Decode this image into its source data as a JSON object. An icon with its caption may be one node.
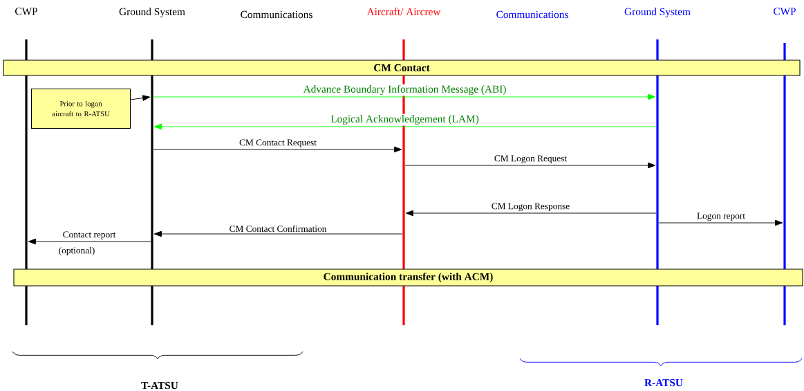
{
  "diagram": {
    "nodes": [
      {
        "text": [
          "CWP"
        ]
      },
      {
        "text": [
          "Ground System"
        ]
      },
      {
        "text": [
          "Aircraft/ Aircrew"
        ]
      },
      {
        "text": [
          "Ground System"
        ]
      },
      {
        "text": [
          "CWP"
        ]
      },
      {
        "text": [
          "CM Contact"
        ]
      },
      {
        "text": [
          "Prior to logon aircraft to R-ATSU"
        ]
      },
      {
        "text": [
          "Communication transfer (with ACM)"
        ]
      }
    ],
    "edges": [
      {
        "from": 6,
        "to": 1,
        "arrow": "to"
      },
      {
        "from": 1,
        "to": 3,
        "arrow": "to",
        "label": "Advance Boundary Information Message (ABI)",
        "color": "#00ff00"
      },
      {
        "from": 3,
        "to": 1,
        "arrow": "to",
        "label": "Logical Acknowledgement (LAM)",
        "color": "#00ff00"
      },
      {
        "from": 1,
        "to": 2,
        "arrow": "to",
        "label": "CM Contact Request"
      },
      {
        "from": 2,
        "to": 3,
        "arrow": "to",
        "label": "CM Logon Request"
      },
      {
        "from": 3,
        "to": 2,
        "arrow": "to",
        "label": "CM Logon Response"
      },
      {
        "from": 3,
        "to": 4,
        "arrow": "to",
        "label": "Logon report"
      },
      {
        "from": 2,
        "to": 1,
        "arrow": "to",
        "label": "CM Contact Confirmation"
      },
      {
        "from": 1,
        "to": 0,
        "arrow": "to",
        "label": "Contact report"
      }
    ],
    "labels": [
      "Communications",
      "Communications",
      "(optional)",
      "T-ATSU",
      "R-ATSU"
    ]
  }
}
